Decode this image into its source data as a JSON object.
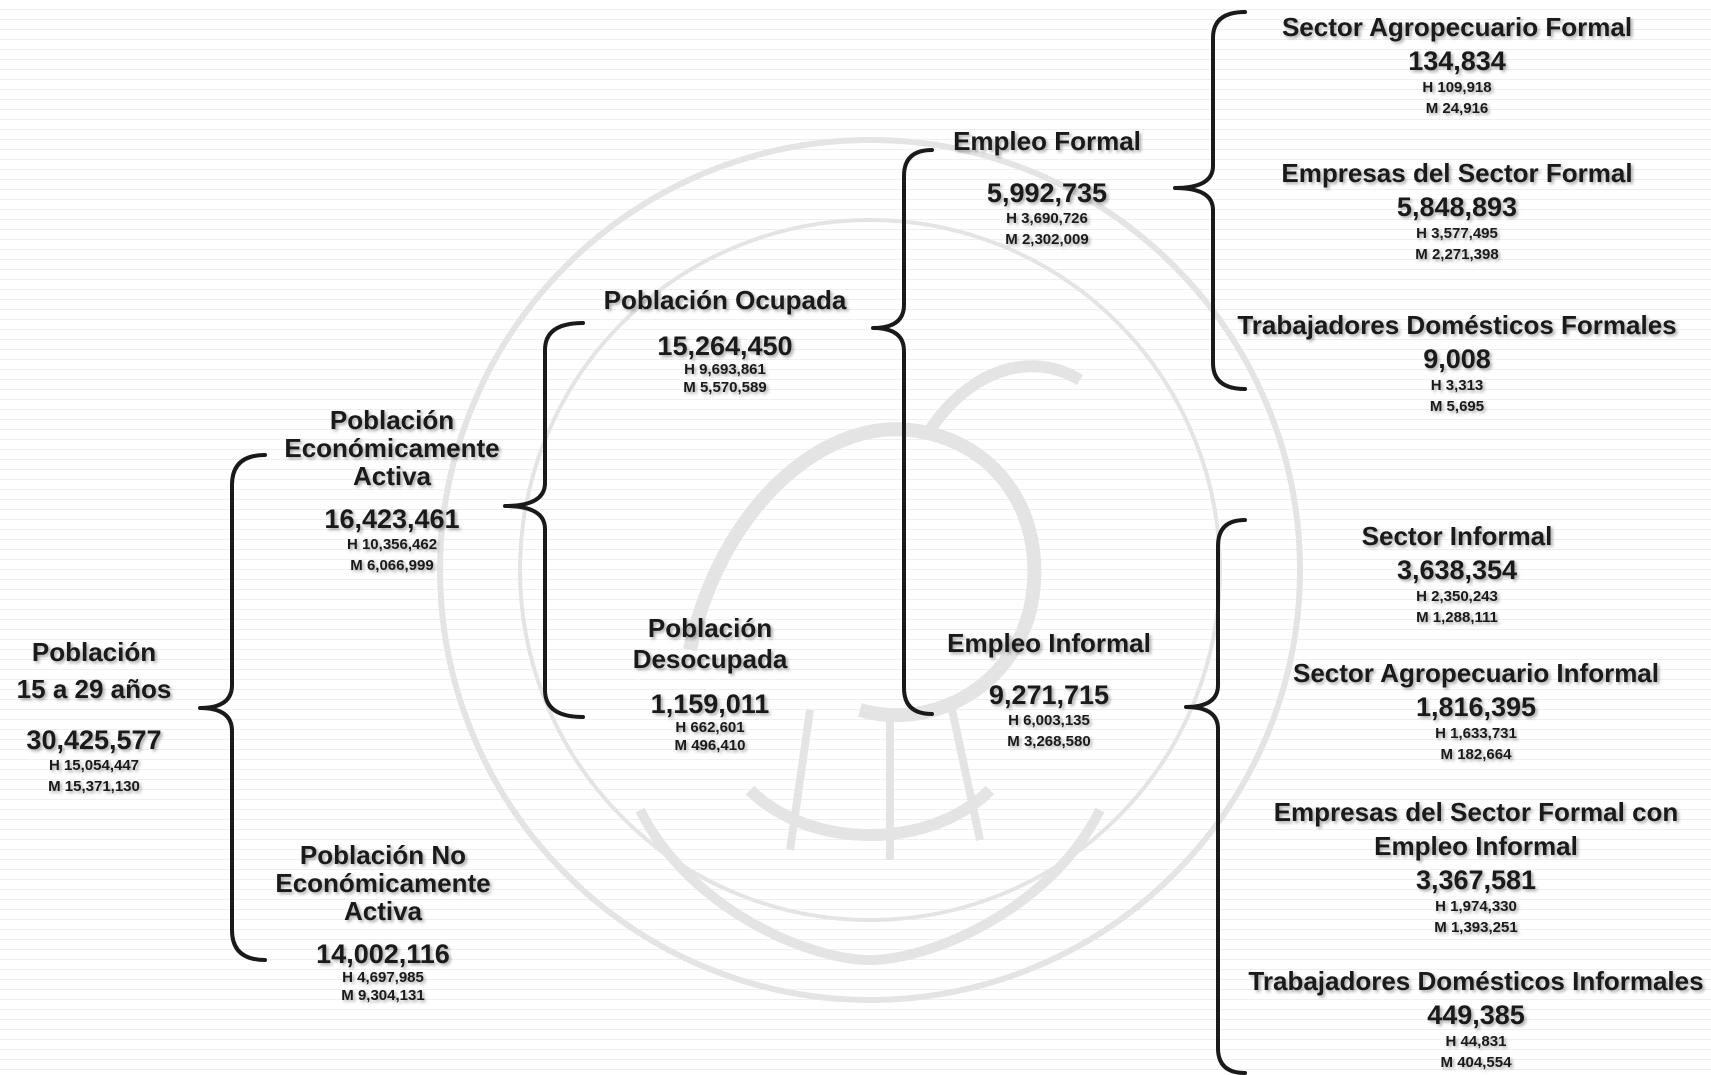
{
  "nodes": {
    "root": {
      "label1": "Población",
      "label2": "15 a 29 años",
      "total": "30,425,577",
      "h": "H 15,054,447",
      "m": "M 15,371,130"
    },
    "pea": {
      "label1": "Población",
      "label2": "Económicamente",
      "label3": "Activa",
      "total": "16,423,461",
      "h": "H 10,356,462",
      "m": "M 6,066,999"
    },
    "pnea": {
      "label1": "Población No",
      "label2": "Económicamente",
      "label3": "Activa",
      "total": "14,002,116",
      "h": "H 4,697,985",
      "m": "M 9,304,131"
    },
    "ocupada": {
      "label": "Población Ocupada",
      "total": "15,264,450",
      "h": "H 9,693,861",
      "m": "M 5,570,589"
    },
    "desocupada": {
      "label1": "Población",
      "label2": "Desocupada",
      "total": "1,159,011",
      "h": "H 662,601",
      "m": "M 496,410"
    },
    "formal": {
      "label": "Empleo Formal",
      "total": "5,992,735",
      "h": "H 3,690,726",
      "m": "M 2,302,009"
    },
    "informal": {
      "label": "Empleo Informal",
      "total": "9,271,715",
      "h": "H 6,003,135",
      "m": "M 3,268,580"
    },
    "agro_formal": {
      "label": "Sector Agropecuario Formal",
      "total": "134,834",
      "h": "H 109,918",
      "m": "M 24,916"
    },
    "empresas_formal": {
      "label": "Empresas del Sector Formal",
      "total": "5,848,893",
      "h": "H 3,577,495",
      "m": "M 2,271,398"
    },
    "domesticos_formales": {
      "label": "Trabajadores Domésticos Formales",
      "total": "9,008",
      "h": "H 3,313",
      "m": "M 5,695"
    },
    "sector_informal": {
      "label": "Sector Informal",
      "total": "3,638,354",
      "h": "H 2,350,243",
      "m": "M 1,288,111"
    },
    "agro_informal": {
      "label": "Sector Agropecuario Informal",
      "total": "1,816,395",
      "h": "H 1,633,731",
      "m": "M 182,664"
    },
    "empresas_formal_informal": {
      "label1": "Empresas del Sector Formal con",
      "label2": "Empleo Informal",
      "total": "3,367,581",
      "h": "H 1,974,330",
      "m": "M 1,393,251"
    },
    "domesticos_informales": {
      "label": "Trabajadores Domésticos Informales",
      "total": "449,385",
      "h": "H 44,831",
      "m": "M 404,554"
    }
  },
  "colors": {
    "text": "#1a1a1a",
    "bracket": "#1a1a1a",
    "watermark": "#e2e2e2",
    "stripe": "#efefef"
  },
  "icons": {
    "watermark": "coat-of-arms-watermark-icon"
  }
}
